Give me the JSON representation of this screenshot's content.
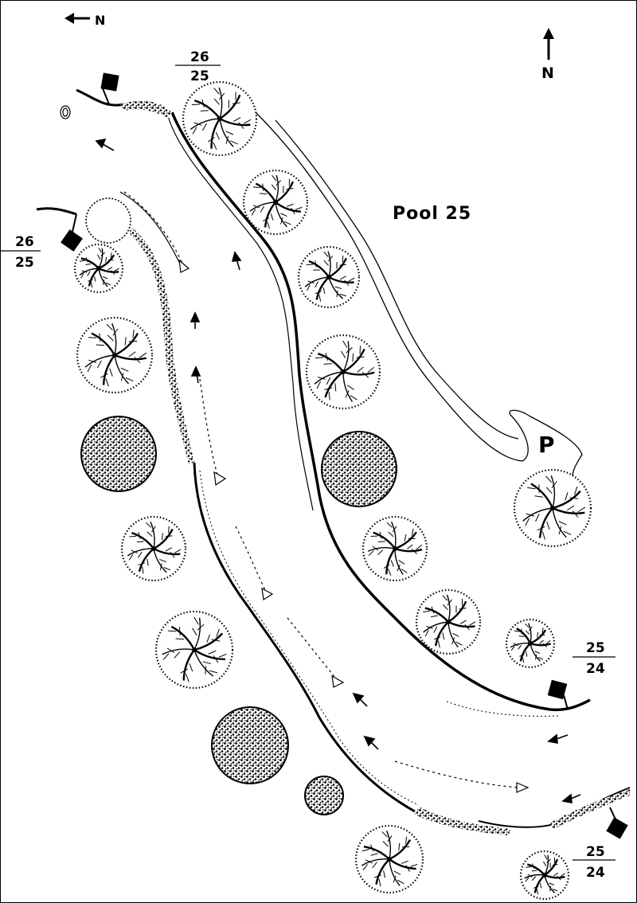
{
  "map": {
    "title": "Pool 25",
    "parking_label": "P",
    "north_top_left": "N",
    "north_top_right": "N",
    "markers": [
      {
        "upper": "26",
        "lower": "25"
      },
      {
        "upper": "26",
        "lower": "25"
      },
      {
        "upper": "25",
        "lower": "24"
      },
      {
        "upper": "25",
        "lower": "24"
      }
    ]
  },
  "colors": {
    "ink": "#000000",
    "paper": "#ffffff"
  }
}
